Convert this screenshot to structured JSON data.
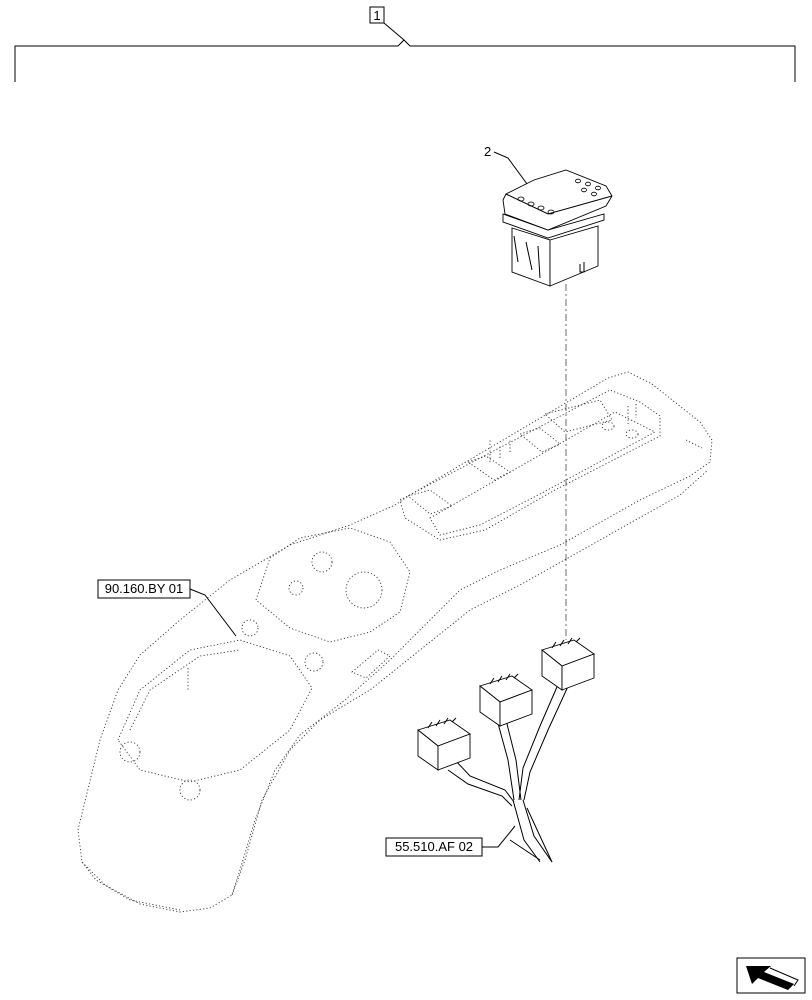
{
  "labels": {
    "assembly": "1",
    "switch_item": "2",
    "console_ref": "90.160.BY 01",
    "harness_ref": "55.510.AF 02"
  },
  "icons": {
    "corner": "arrow-navigation-icon"
  }
}
